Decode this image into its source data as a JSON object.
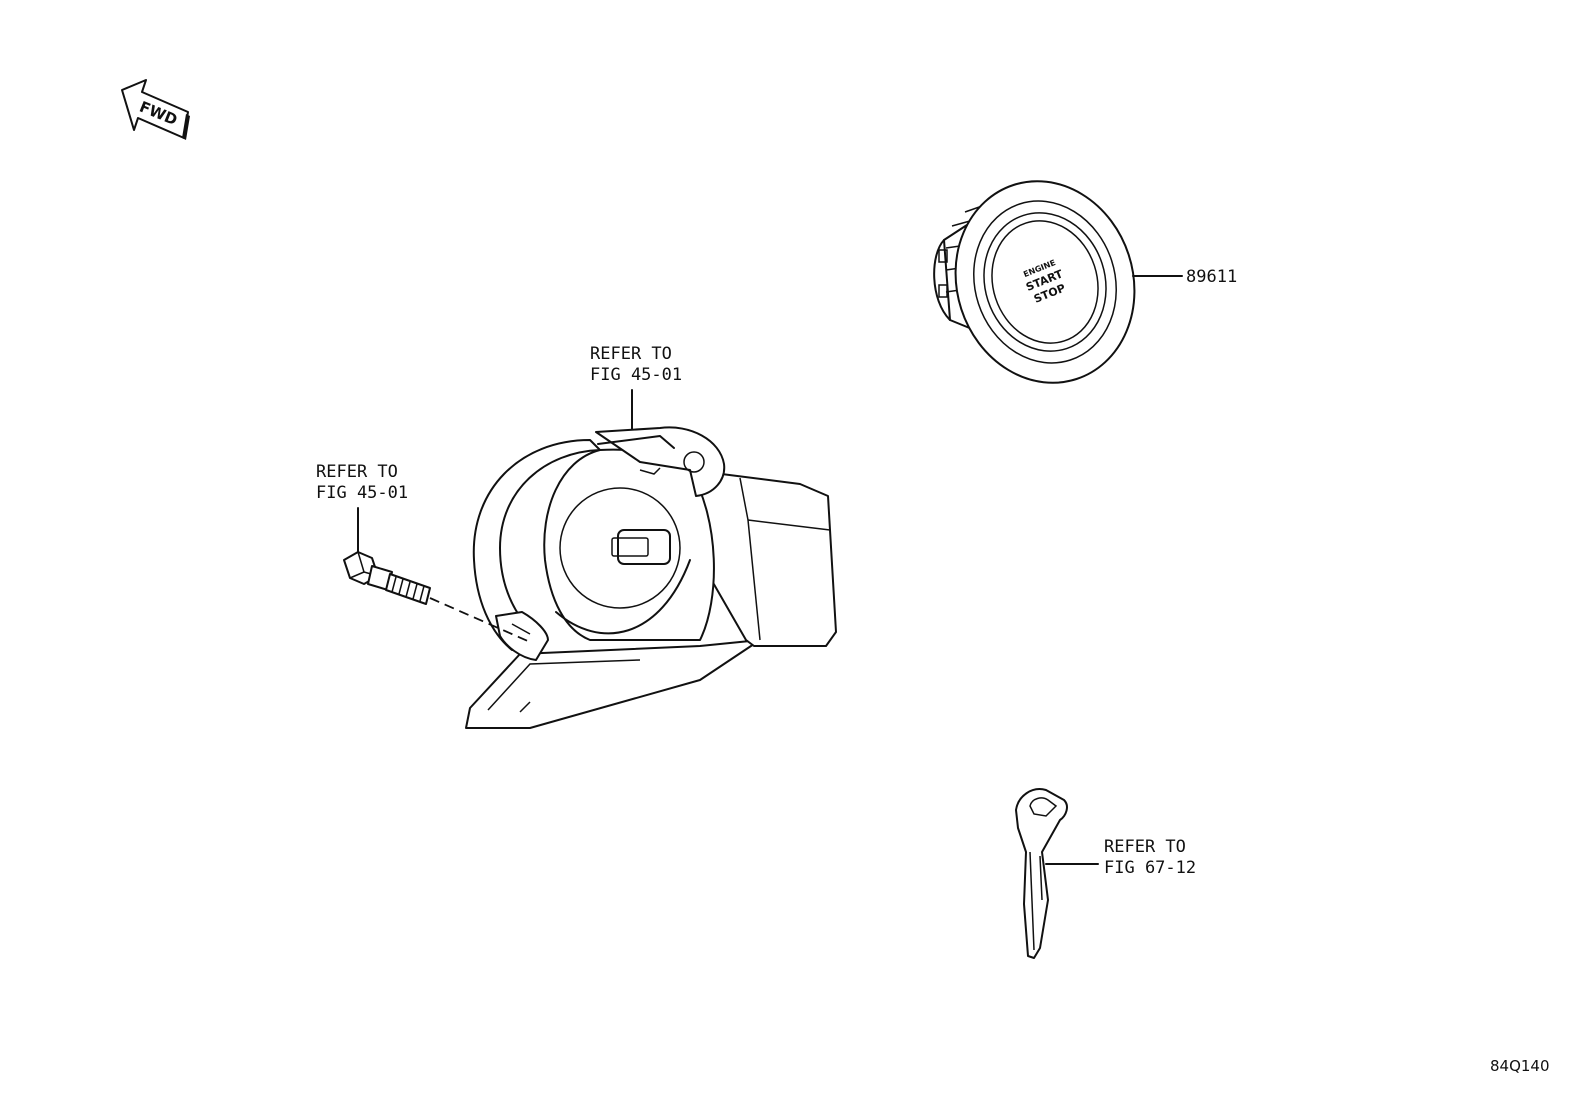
{
  "fwd_indicator": {
    "text": "FWD"
  },
  "start_button": {
    "part_number": "89611",
    "face_lines": [
      "ENGINE",
      "START",
      "STOP"
    ]
  },
  "steering_lock_bracket": {
    "refer_line1": "REFER TO",
    "refer_line2": "FIG 45-01"
  },
  "bolt": {
    "refer_line1": "REFER TO",
    "refer_line2": "FIG 45-01"
  },
  "key": {
    "refer_line1": "REFER TO",
    "refer_line2": "FIG 67-12"
  },
  "illustration_code": "84Q140"
}
